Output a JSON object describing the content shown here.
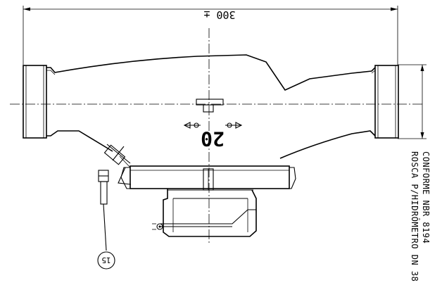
{
  "drawing": {
    "dimension_length": "300 ±",
    "nominal_size": "20",
    "balloon_number": "15",
    "side_note": {
      "line1": "ROSCA P/HIDRÔMETRO DN 38",
      "line2": "CONFORME NBR 8194"
    }
  }
}
